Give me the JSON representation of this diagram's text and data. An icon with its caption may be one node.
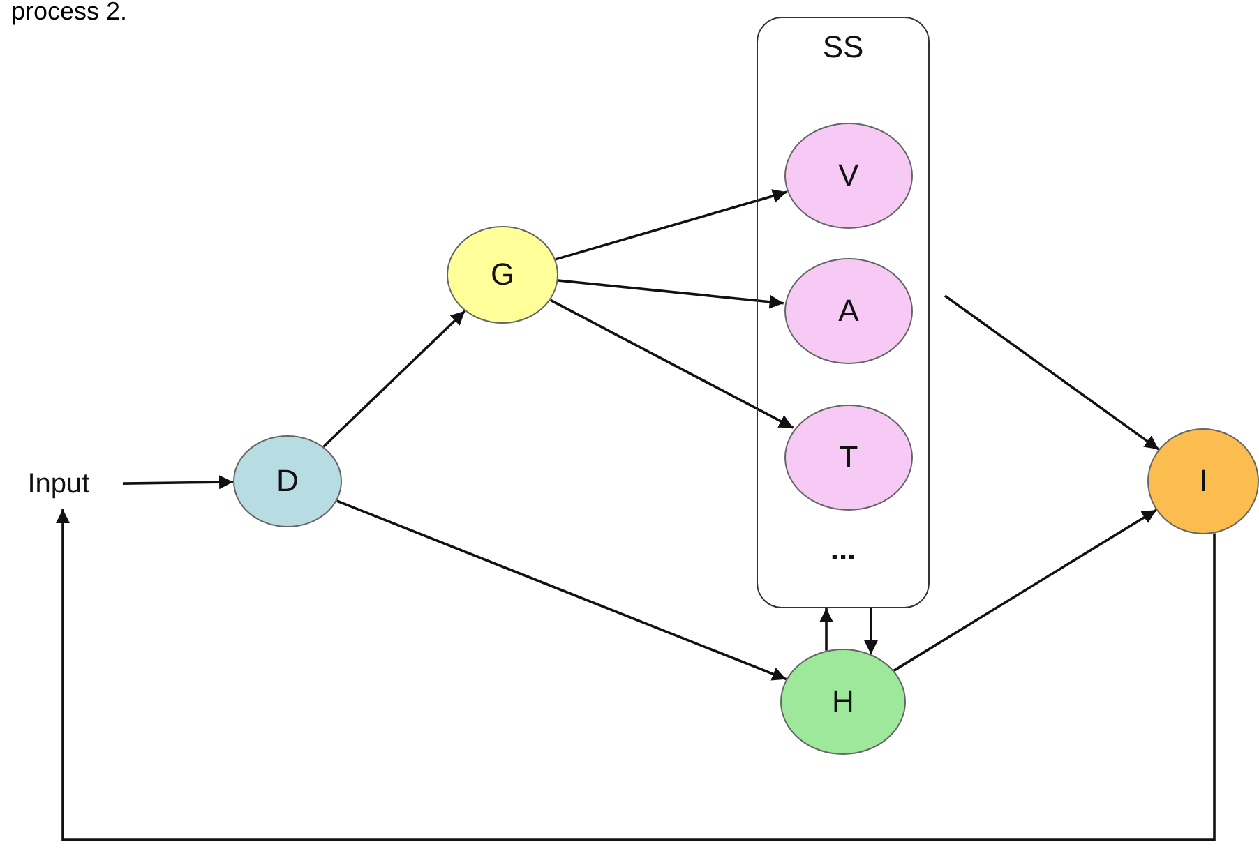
{
  "diagram": {
    "nodes": [
      {
        "text": [
          "Input"
        ]
      },
      {
        "text": [
          "D"
        ]
      },
      {
        "text": [
          "G"
        ]
      },
      {
        "text": [
          "SS",
          "..."
        ]
      },
      {
        "text": [
          "V"
        ],
        "in": 3
      },
      {
        "text": [
          "A"
        ],
        "in": 3
      },
      {
        "text": [
          "T"
        ],
        "in": 3
      },
      {
        "text": [
          "H"
        ]
      },
      {
        "text": [
          "I"
        ]
      }
    ],
    "edges": [
      {
        "from": 0,
        "to": 1,
        "arrow": "to"
      },
      {
        "from": 1,
        "to": 2,
        "arrow": "to"
      },
      {
        "from": 2,
        "to": 4,
        "arrow": "to"
      },
      {
        "from": 2,
        "to": 5,
        "arrow": "to"
      },
      {
        "from": 2,
        "to": 6,
        "arrow": "to"
      },
      {
        "from": 1,
        "to": 7,
        "arrow": "to"
      },
      {
        "from": 7,
        "to": 3,
        "arrow": "to"
      },
      {
        "from": 3,
        "to": 7,
        "arrow": "to"
      },
      {
        "from": 5,
        "to": 8,
        "arrow": "to"
      },
      {
        "from": 7,
        "to": 8,
        "arrow": "to"
      },
      {
        "from": 8,
        "to": 0,
        "arrow": "to"
      }
    ],
    "labels": [
      "process 2."
    ]
  }
}
